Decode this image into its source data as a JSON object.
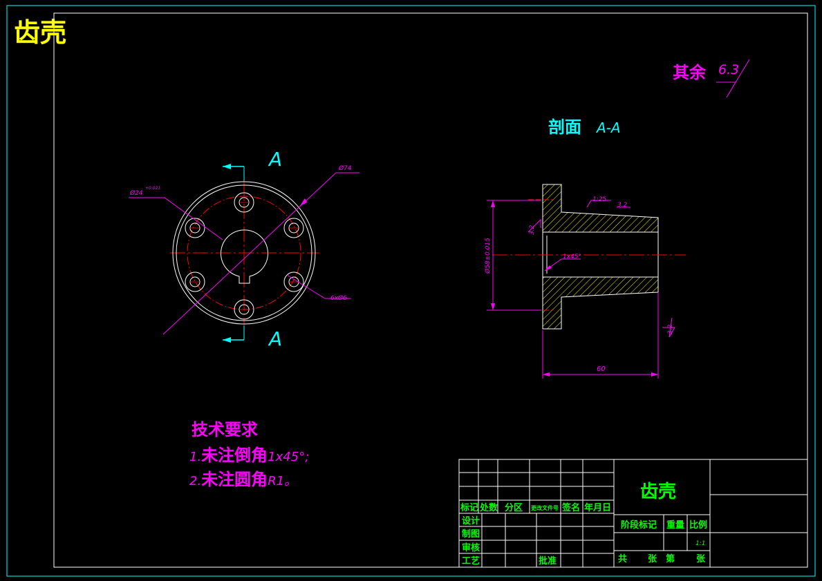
{
  "drawing": {
    "corner_title": "齿壳",
    "surface_note": {
      "label": "其余",
      "value": "6.3"
    },
    "section_title": "剖面",
    "section_name": "A-A",
    "cut_marker": "A"
  },
  "dimensions": {
    "outer_diameter": "Ø74",
    "bore_diameter": "Ø24",
    "bore_tolerance": "+0.021",
    "holes": "6xØ6",
    "spigot": "Ø58±0.015",
    "taper": "1:25",
    "roughness_bore": "3.2",
    "roughness_face": "3.2",
    "roughness_end": "3.2",
    "chamfer": "1x45°",
    "length": "60"
  },
  "requirements": {
    "title": "技术要求",
    "item1_prefix": "1.",
    "item1_main": "未注倒角",
    "item1_suffix": "1x45°;",
    "item2_prefix": "2.",
    "item2_main": "未注圆角",
    "item2_suffix": "R1。"
  },
  "title_block": {
    "part_name": "齿壳",
    "h_mark": "标记",
    "h_count": "处数",
    "h_zone": "分区",
    "h_docno": "更改文件号",
    "h_sign": "签名",
    "h_date": "年月日",
    "r_design": "设计",
    "r_draw": "制图",
    "r_check": "审核",
    "r_process": "工艺",
    "r_approve": "批准",
    "stage_mark": "阶段标记",
    "weight": "重量",
    "scale": "比例",
    "scale_value": "1:1",
    "total": "共",
    "sheets": "张",
    "sheet_no": "第",
    "sheet_unit": "张"
  },
  "colors": {
    "background": "#000000",
    "frame": "#00ffff",
    "outline": "#ffffff",
    "dimension": "#ff00ff",
    "centerline": "#ff0000",
    "hatch": "#ffff00",
    "title_text": "#00ff00",
    "corner_title": "#ffff00",
    "section_label": "#00ffff"
  }
}
